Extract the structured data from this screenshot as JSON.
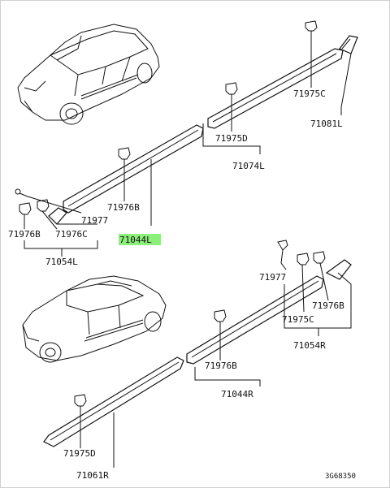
{
  "labels": {
    "l_71975C_top": "71975C",
    "l_71081L": "71081L",
    "l_71975D_top": "71975D",
    "l_71074L": "71074L",
    "l_71976B_top": "71976B",
    "l_71977_top": "71977",
    "l_71044L": "71044L",
    "l_71976B_left": "71976B",
    "l_71976C_left": "71976C",
    "l_71054L": "71054L",
    "l_71977_bot": "71977",
    "l_71976B_right": "71976B",
    "l_71975C_bot": "71975C",
    "l_71054R": "71054R",
    "l_71976B_mid": "71976B",
    "l_71044R": "71044R",
    "l_71975D_bot": "71975D",
    "l_71061R": "71061R",
    "diagram_code": "3G68350"
  },
  "highlight_color": "#8bf07a"
}
